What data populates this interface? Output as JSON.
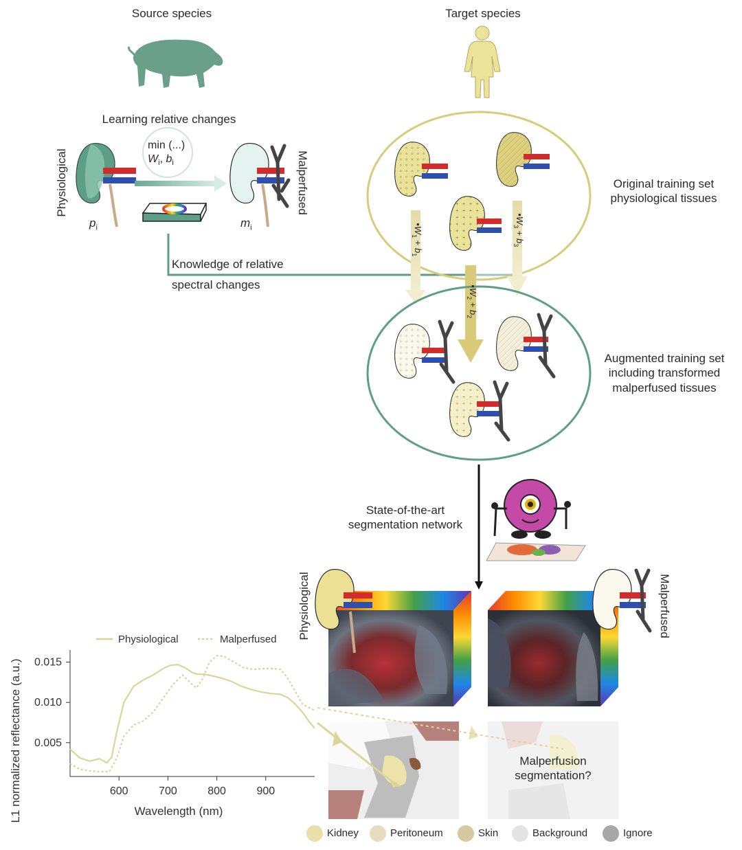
{
  "headers": {
    "source_species": "Source species",
    "target_species": "Target species"
  },
  "learning": {
    "title": "Learning relative changes",
    "min_text": "min (...)",
    "params_w": "W",
    "params_w_sub": "i",
    "params_b": "b",
    "params_b_sub": "i",
    "physiological": "Physiological",
    "malperfused": "Malperfused",
    "p_label": "p",
    "p_sub": "i",
    "m_label": "m",
    "m_sub": "i"
  },
  "knowledge": {
    "line1": "Knowledge of relative",
    "line2": "spectral changes"
  },
  "original_set": {
    "line1": "Original training set",
    "line2": "physiological tissues"
  },
  "transforms": [
    {
      "w": "W",
      "sub": "1",
      "b": "b",
      "bsub": "1"
    },
    {
      "w": "W",
      "sub": "2",
      "b": "b",
      "bsub": "2"
    },
    {
      "w": "W",
      "sub": "3",
      "b": "b",
      "bsub": "3"
    }
  ],
  "augmented_set": {
    "line1": "Augmented training set",
    "line2": "including transformed",
    "line3": "malperfused tissues"
  },
  "network": {
    "line1": "State-of-the-art",
    "line2": "segmentation network"
  },
  "cubes": {
    "left_label": "Physiological",
    "right_label": "Malperfused"
  },
  "segmentation_question": {
    "line1": "Malperfusion",
    "line2": "segmentation?"
  },
  "legend_bottom": [
    {
      "label": "Kidney",
      "color": "#e8e0a8"
    },
    {
      "label": "Peritoneum",
      "color": "#e8dcc0"
    },
    {
      "label": "Skin",
      "color": "#d8c8a0"
    },
    {
      "label": "Background",
      "color": "#e4e4e4"
    },
    {
      "label": "Ignore",
      "color": "#a8a8a8"
    }
  ],
  "colors": {
    "teal": "#5e9e86",
    "gold": "#d9cb7a",
    "kidney_yellow": "#ece39a",
    "red": "#d22b2b",
    "blue": "#2f4fb0"
  },
  "chart_data": {
    "type": "line",
    "title": "",
    "xlabel": "Wavelength (nm)",
    "ylabel": "L1 normalized reflectance (a.u.)",
    "xlim": [
      500,
      1000
    ],
    "ylim": [
      0.0008,
      0.0165
    ],
    "xticks": [
      600,
      700,
      800,
      900
    ],
    "yticks": [
      0.005,
      0.01,
      0.015
    ],
    "ytick_labels": [
      "0.005",
      "0.010",
      "0.015"
    ],
    "grid": false,
    "legend_position": "top",
    "series": [
      {
        "name": "Physiological",
        "style": "solid",
        "color": "#ddd497",
        "x": [
          500,
          520,
          540,
          560,
          575,
          585,
          595,
          610,
          630,
          650,
          670,
          690,
          705,
          720,
          735,
          750,
          760,
          775,
          790,
          810,
          830,
          850,
          870,
          890,
          910,
          930,
          945,
          960,
          975,
          990,
          1000
        ],
        "y": [
          0.0042,
          0.0031,
          0.0027,
          0.003,
          0.0025,
          0.0032,
          0.0062,
          0.01,
          0.012,
          0.0128,
          0.0134,
          0.0142,
          0.0146,
          0.0147,
          0.0143,
          0.0137,
          0.0135,
          0.0135,
          0.0133,
          0.013,
          0.0126,
          0.012,
          0.0116,
          0.0113,
          0.0111,
          0.011,
          0.0106,
          0.0098,
          0.0088,
          0.0075,
          0.0068
        ]
      },
      {
        "name": "Malperfused",
        "style": "dotted",
        "color": "#ddd497",
        "x": [
          500,
          520,
          540,
          560,
          580,
          595,
          610,
          630,
          650,
          670,
          690,
          710,
          730,
          745,
          758,
          770,
          785,
          800,
          815,
          835,
          855,
          875,
          895,
          915,
          930,
          945,
          960,
          975,
          990,
          1000
        ],
        "y": [
          0.0024,
          0.0017,
          0.0015,
          0.0014,
          0.0014,
          0.003,
          0.0058,
          0.0072,
          0.0077,
          0.0088,
          0.0105,
          0.0122,
          0.0134,
          0.0125,
          0.0118,
          0.0128,
          0.015,
          0.0158,
          0.0157,
          0.015,
          0.0143,
          0.0141,
          0.0142,
          0.0142,
          0.0141,
          0.013,
          0.0114,
          0.0098,
          0.0093,
          0.009
        ]
      }
    ]
  }
}
